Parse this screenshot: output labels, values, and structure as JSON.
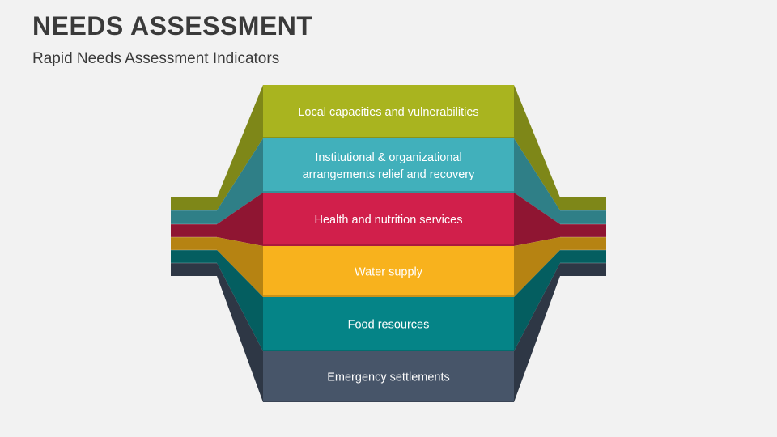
{
  "header": {
    "title": "NEEDS ASSESSMENT",
    "subtitle": "Rapid Needs Assessment Indicators"
  },
  "diagram": {
    "layers": [
      {
        "id": "local-capacities",
        "lines": [
          "Local capacities and vulnerabilities"
        ],
        "color": "#a9b41f",
        "dark": "#7e8718"
      },
      {
        "id": "institutional",
        "lines": [
          "Institutional & organizational",
          "arrangements relief and recovery"
        ],
        "color": "#41b0bb",
        "dark": "#2f7f87"
      },
      {
        "id": "health-nutrition",
        "lines": [
          "Health and nutrition services"
        ],
        "color": "#d11f4b",
        "dark": "#8f1532"
      },
      {
        "id": "water-supply",
        "lines": [
          "Water supply"
        ],
        "color": "#f8b21d",
        "dark": "#b68312"
      },
      {
        "id": "food-resources",
        "lines": [
          "Food resources"
        ],
        "color": "#058487",
        "dark": "#045e60"
      },
      {
        "id": "emergency-settlements",
        "lines": [
          "Emergency settlements"
        ],
        "color": "#475569",
        "dark": "#2e3745"
      }
    ]
  }
}
